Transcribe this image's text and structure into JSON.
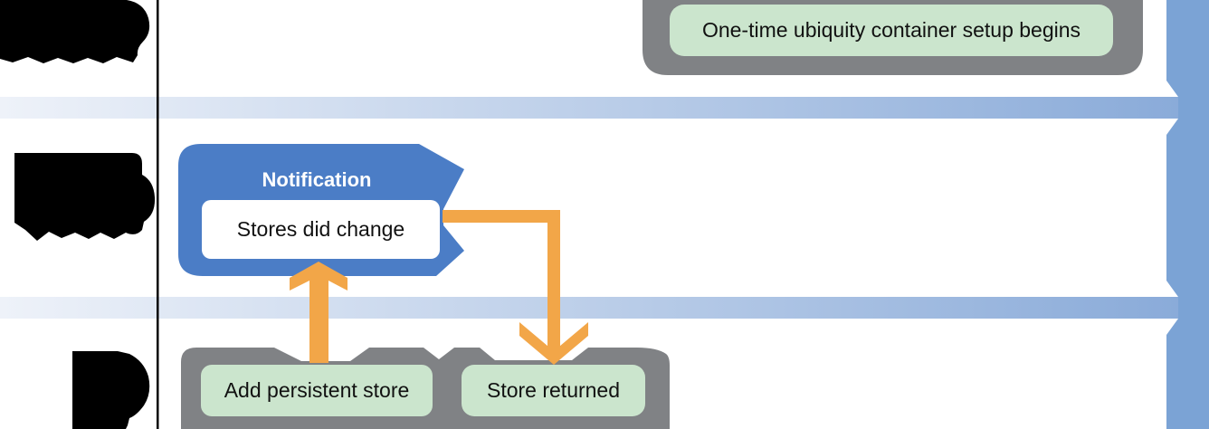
{
  "top_process": {
    "label": "One-time ubiquity container setup begins"
  },
  "notification": {
    "title": "Notification",
    "message": "Stores did change"
  },
  "bottom_process": {
    "step_1": "Add persistent store",
    "step_2": "Store returned"
  },
  "colors": {
    "container_gray": "#808285",
    "step_green": "#cbe5cd",
    "notification_blue": "#4b7dc6",
    "arrow_orange": "#f2a648",
    "bar_blue": "#7ba3d5",
    "band_start": "#eef2f9",
    "band_end": "#8aabd9",
    "redaction_black": "#000000",
    "lane_line_black": "#000000",
    "message_box_white": "#ffffff"
  }
}
